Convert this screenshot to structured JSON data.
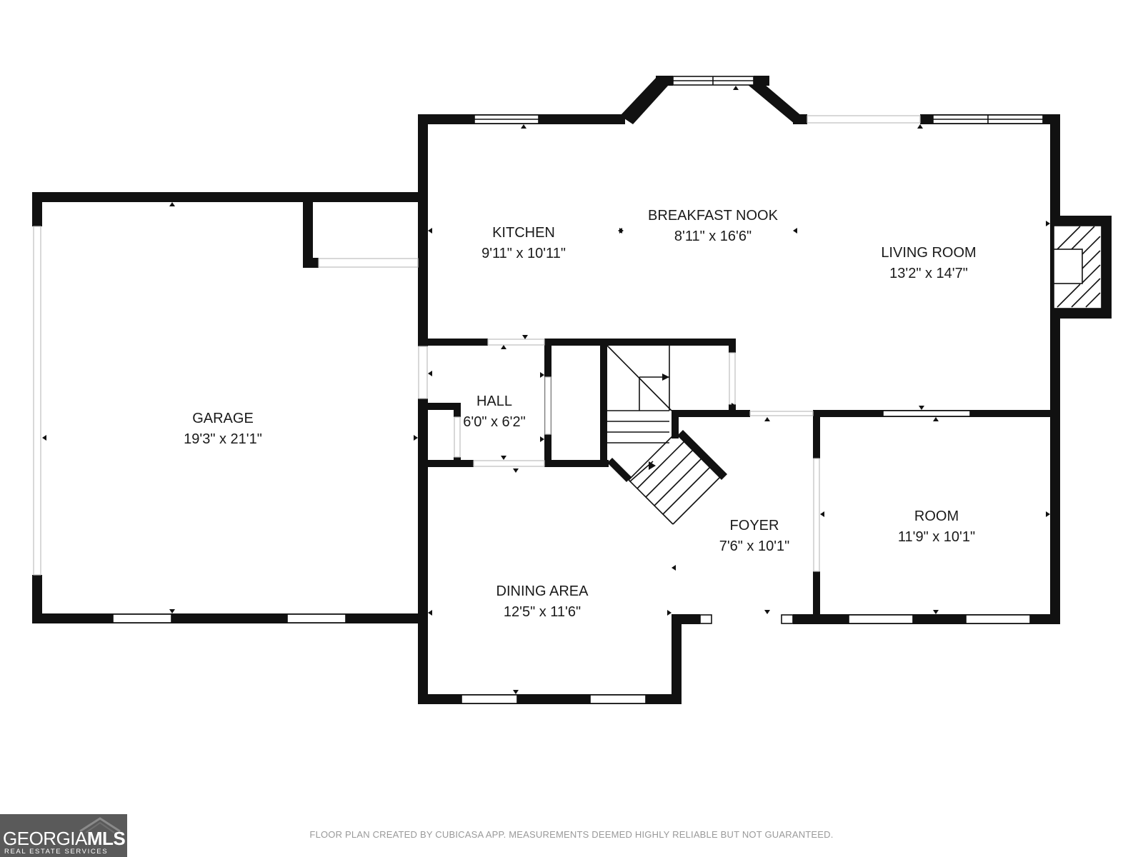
{
  "rooms": {
    "kitchen": {
      "name": "KITCHEN",
      "dims": "9'11\" x 10'11\""
    },
    "breakfast_nook": {
      "name": "BREAKFAST NOOK",
      "dims": "8'11\" x 16'6\""
    },
    "living_room": {
      "name": "LIVING ROOM",
      "dims": "13'2\" x 14'7\""
    },
    "garage": {
      "name": "GARAGE",
      "dims": "19'3\" x 21'1\""
    },
    "hall": {
      "name": "HALL",
      "dims": "6'0\" x 6'2\""
    },
    "foyer": {
      "name": "FOYER",
      "dims": "7'6\" x 10'1\""
    },
    "room": {
      "name": "ROOM",
      "dims": "11'9\" x 10'1\""
    },
    "dining_area": {
      "name": "DINING AREA",
      "dims": "12'5\" x 11'6\""
    }
  },
  "footer": {
    "disclaimer": "FLOOR PLAN CREATED BY CUBICASA APP. MEASUREMENTS DEEMED HIGHLY RELIABLE BUT NOT GUARANTEED."
  },
  "logo": {
    "brand_left": "GEORGIA",
    "brand_right": "MLS",
    "tagline": "REAL ESTATE SERVICES"
  },
  "colors": {
    "wall": "#111111",
    "logo_background": "#5a5a5a",
    "disclaimer_text": "#9a9a9a"
  }
}
